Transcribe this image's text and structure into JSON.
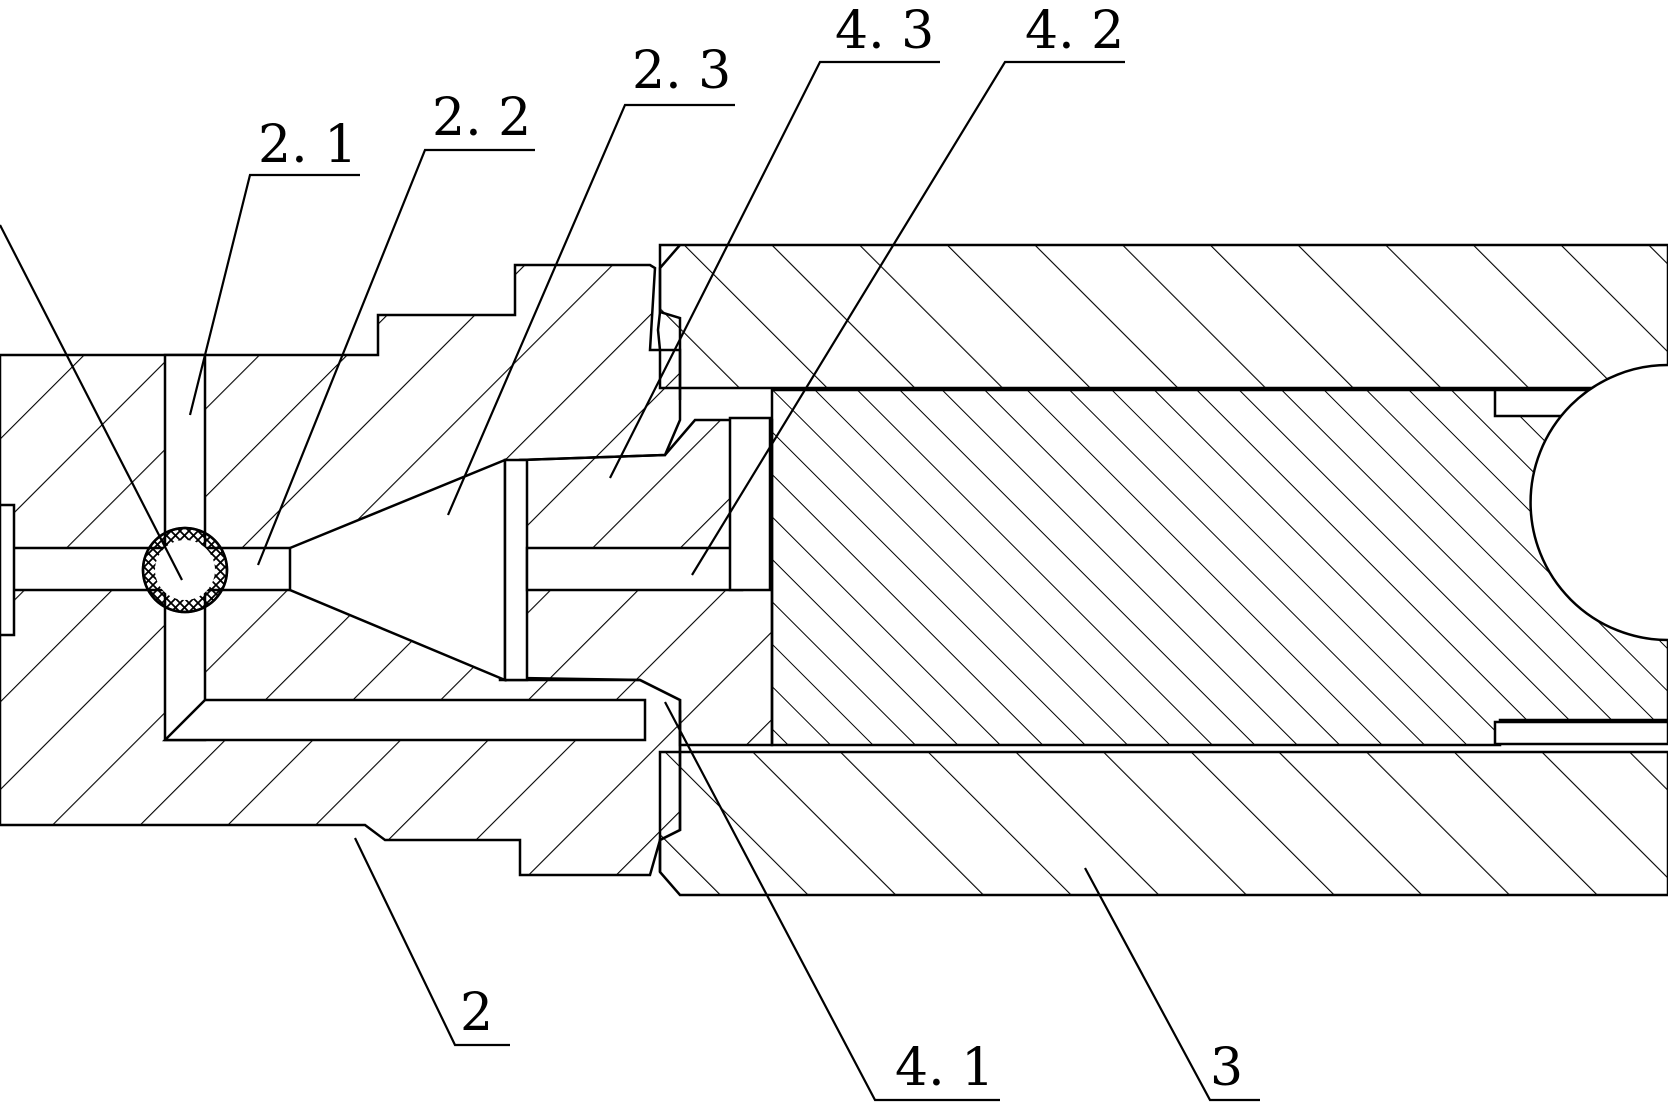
{
  "labels": {
    "l_2_1": "2. 1",
    "l_2_2": "2. 2",
    "l_2_3": "2. 3",
    "l_4_3": "4. 3",
    "l_4_2": "4. 2",
    "l_2": "2",
    "l_4_1": "4. 1",
    "l_3": "3"
  }
}
